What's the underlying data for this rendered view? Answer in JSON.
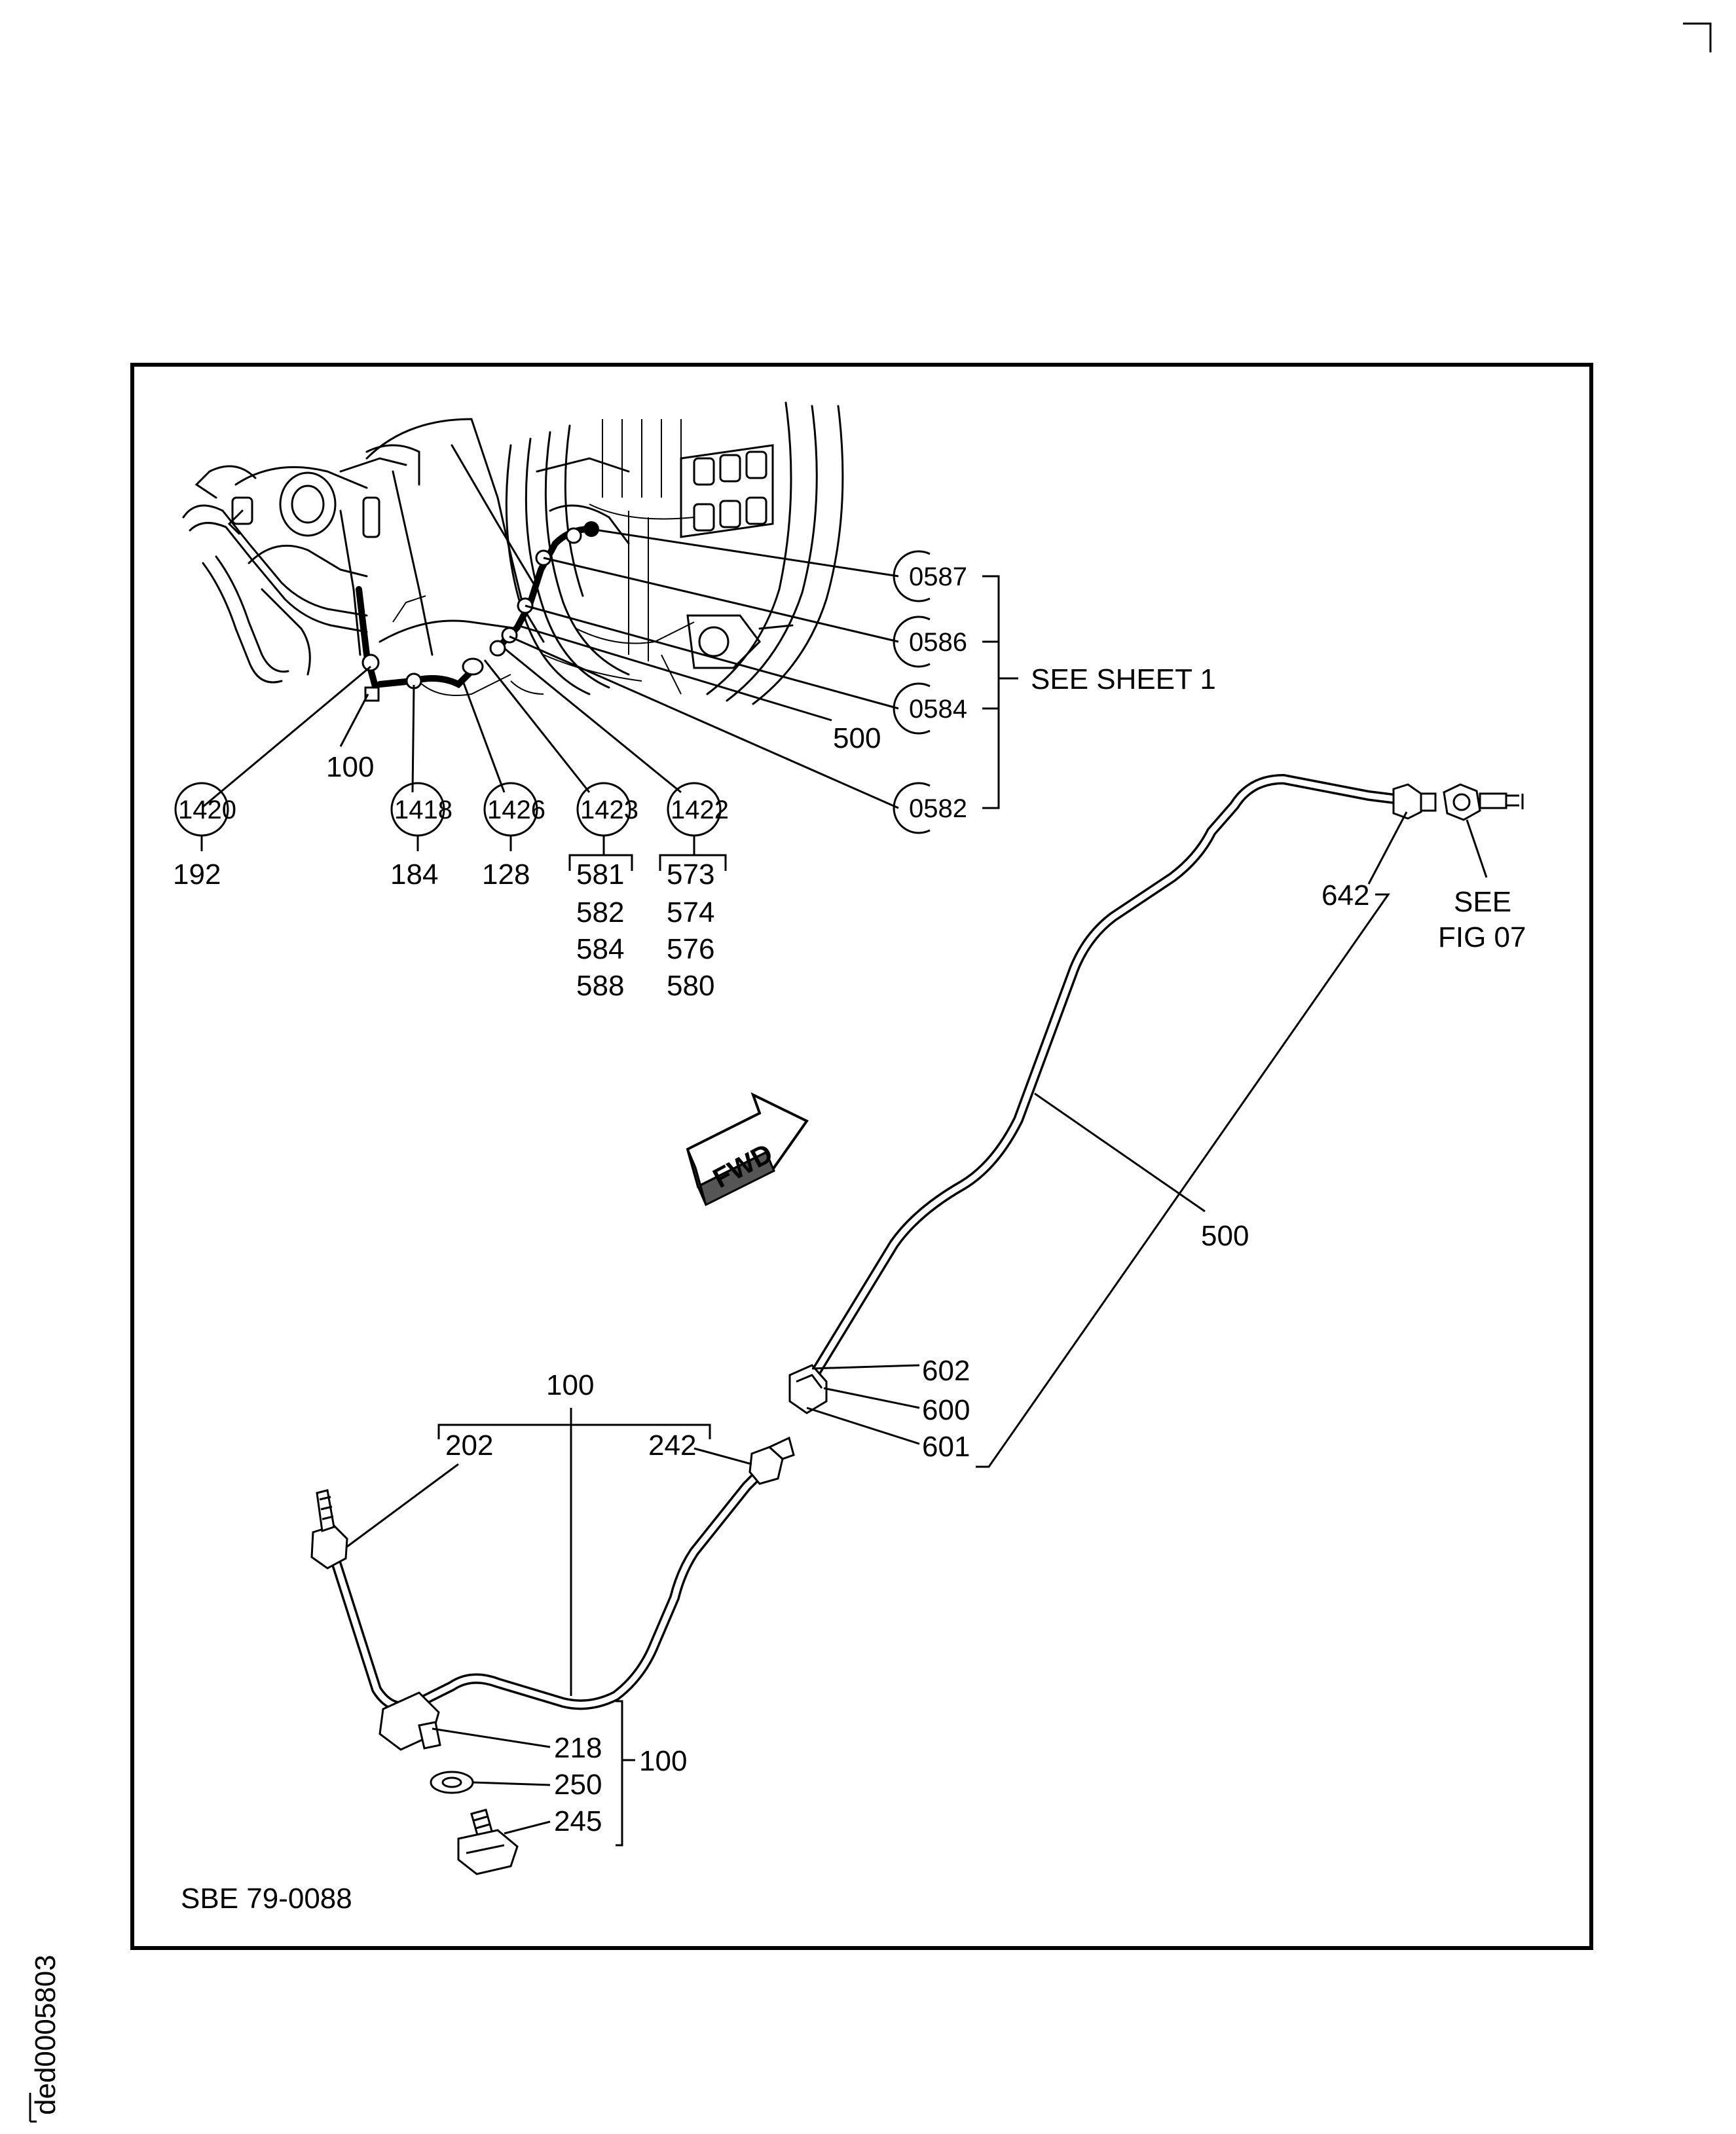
{
  "document_id": "ded0005803",
  "figure_code": "SBE 79-0088",
  "see_sheet": "SEE SHEET 1",
  "see_fig": [
    "SEE",
    "FIG 07"
  ],
  "fwd_label": "FWD",
  "callouts_circled": {
    "c0587": "0587",
    "c0586": "0586",
    "c0584": "0584",
    "c0582": "0582",
    "c1420": "1420",
    "c1418": "1418",
    "c1426": "1426",
    "c1423": "1423",
    "c1422": "1422"
  },
  "labels": {
    "l500_top": "500",
    "l100_top": "100",
    "l192": "192",
    "l184": "184",
    "l128": "128",
    "l581": "581",
    "l582": "582",
    "l584": "584",
    "l588": "588",
    "l573": "573",
    "l574": "574",
    "l576": "576",
    "l580": "580",
    "l642": "642",
    "l500": "500",
    "l602": "602",
    "l600": "600",
    "l601": "601",
    "l100_assy": "100",
    "l202": "202",
    "l242": "242",
    "l218": "218",
    "l250": "250",
    "l245": "245",
    "l100_side": "100"
  }
}
